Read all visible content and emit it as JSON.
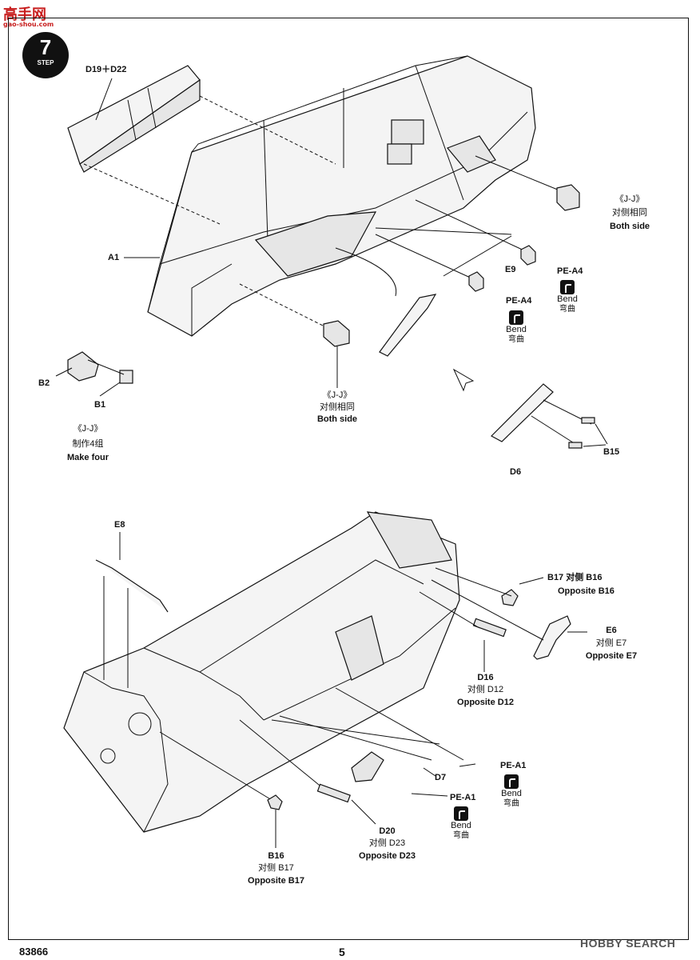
{
  "site_logo": {
    "main": "高手网",
    "sub": "gao-shou.com"
  },
  "step": {
    "number": "7",
    "word": "STEP"
  },
  "labels": {
    "d19_d22": "D19＋D22",
    "a1": "A1",
    "jj_top": "《J-J》",
    "opposite_same_top": "对侧相同",
    "both_side_top": "Both side",
    "e9": "E9",
    "pe_a4_right": "PE-A4",
    "pe_a4_left": "PE-A4",
    "b2": "B2",
    "b1": "B1",
    "jj_left": "《J-J》",
    "make_four_cn": "制作4组",
    "make_four": "Make four",
    "jj_mid": "《J-J》",
    "opposite_same_mid": "对侧相同",
    "both_side_mid": "Both side",
    "d6": "D6",
    "b15": "B15",
    "e8": "E8",
    "b17_b16_cn": "B17 对侧 B16",
    "opposite_b16": "Opposite B16",
    "e6": "E6",
    "e7_cn": "对侧 E7",
    "opposite_e7": "Opposite E7",
    "d16": "D16",
    "d12_cn": "对侧 D12",
    "opposite_d12": "Opposite D12",
    "d7": "D7",
    "pe_a1_right": "PE-A1",
    "pe_a1_left": "PE-A1",
    "d20": "D20",
    "d23_cn": "对侧 D23",
    "opposite_d23": "Opposite D23",
    "b16": "B16",
    "b17_cn": "对侧 B17",
    "opposite_b17": "Opposite B17"
  },
  "bend": {
    "en": "Bend",
    "cn": "弯曲"
  },
  "footer": {
    "code": "83866",
    "page": "5",
    "watermark": "HOBBY SEARCH"
  }
}
